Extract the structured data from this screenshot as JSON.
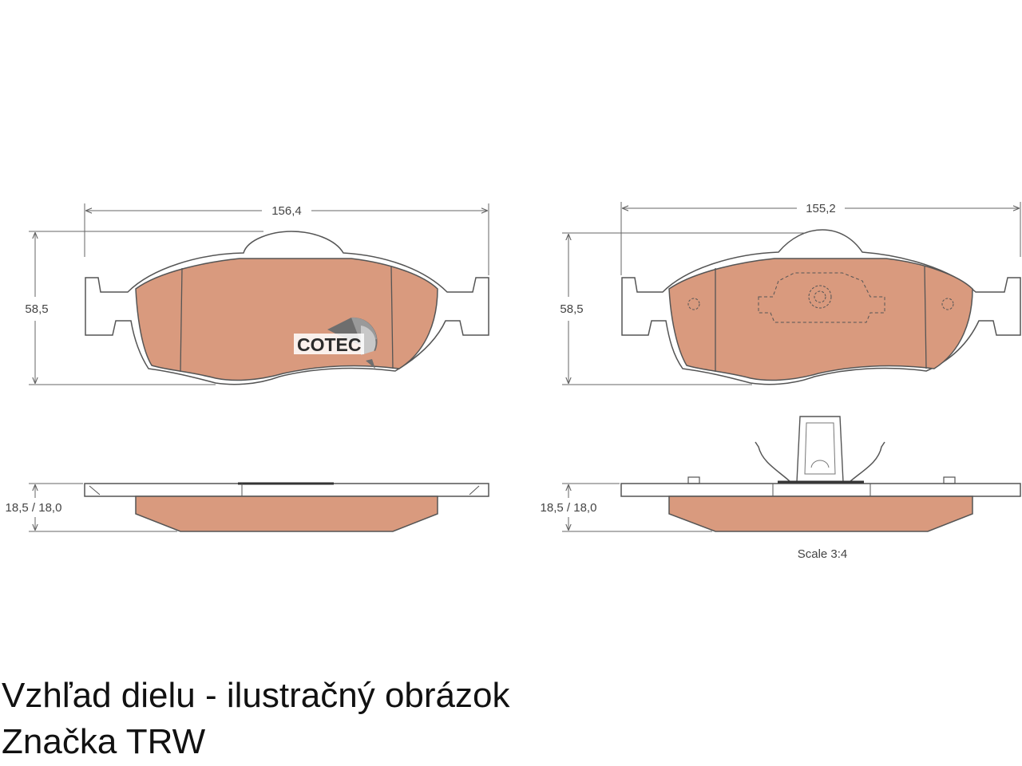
{
  "colors": {
    "pad_fill": "#d99a7e",
    "outline": "#555555",
    "dimension": "#666666"
  },
  "left_view": {
    "width_label": "156,4",
    "height_label": "58,5",
    "thickness_label": "18,5 / 18,0",
    "logo_text": "COTEC"
  },
  "right_view": {
    "width_label": "155,2",
    "height_label": "58,5",
    "thickness_label": "18,5 / 18,0",
    "scale_label": "Scale 3:4"
  },
  "caption": {
    "line1": "Vzhľad dielu - ilustračný obrázok",
    "line2": "Značka TRW"
  }
}
